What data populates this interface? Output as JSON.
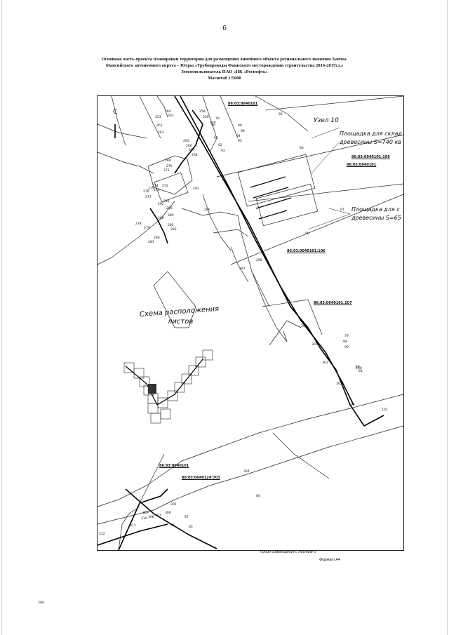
{
  "page_number": "6",
  "header": {
    "line1": "Основная часть проекта планировки территории для размещения линейного объекта регионального значения Ханты-",
    "line2": "Мансийского автономного округа – Югры «Трубопроводы Фаинского месторождения строительства 2016-2017г.г.»",
    "line3": "Землепользователь ПАО «НК «Роснефть»",
    "line4": "Масштаб 1:5000"
  },
  "map": {
    "node_label": "Узел 10",
    "area_label_1a": "Площадка для склад",
    "area_label_1b": "древесины S=740 кв",
    "area_label_2a": "Площадка для с",
    "area_label_2b": "древесины S=65",
    "scheme_label_1": "Схема расположения",
    "scheme_label_2": "листов",
    "north_letter": "С",
    "cadastral": [
      "86:03:0040101",
      "86:03:0040101:109",
      "86:03:0040101",
      "86:03:0040101:106",
      "86:03:0040101:107",
      "86:03:0040101",
      "86:03:0040124:703"
    ],
    "points": {
      "p1": "264",
      "p2": "261",
      "p3": "262",
      "p4": "263",
      "p5": "253",
      "p6": "258",
      "p7": "259",
      "p8": "260",
      "p9": "265",
      "p10": "266",
      "p11": "267",
      "p12": "268",
      "p13": "269",
      "p14": "270",
      "p15": "271",
      "p16": "272",
      "p17": "273",
      "p18": "274",
      "p19": "275",
      "p20": "276",
      "p21": "277",
      "p22": "278",
      "p23": "279",
      "p24": "280",
      "p25": "281",
      "p26": "282",
      "p27": "283",
      "p28": "288",
      "p29": "289",
      "p30": "290",
      "p31": "291",
      "p32": "292",
      "p33": "293",
      "p34": "296",
      "p35": "297",
      "p36": "298",
      "p37": "299",
      "p38": "300",
      "p39": "301",
      "p40": "302",
      "p41": "303",
      "p42": "304",
      "p43": "305",
      "p44": "306",
      "p45": "307",
      "p46": "308",
      "p47": "309",
      "p48": "310",
      "p49": "311",
      "p50": "312",
      "q1": "90",
      "q2": "91",
      "q3": "92",
      "q4": "93",
      "q5": "94",
      "q6": "95",
      "q7": "96",
      "q8": "97",
      "q9": "98",
      "q10": "99",
      "q11": "100",
      "q12": "101",
      "q13": "82",
      "q14": "83",
      "q15": "84",
      "q16": "85",
      "q17": "86",
      "q18": "87",
      "q19": "88",
      "q20": "89",
      "q21": "79",
      "q22": "80",
      "q23": "81",
      "q24": "78"
    }
  },
  "sheet_label": "Линия совмещения с листом 5",
  "format_label": "Формат А4",
  "footer_code": "НВ"
}
